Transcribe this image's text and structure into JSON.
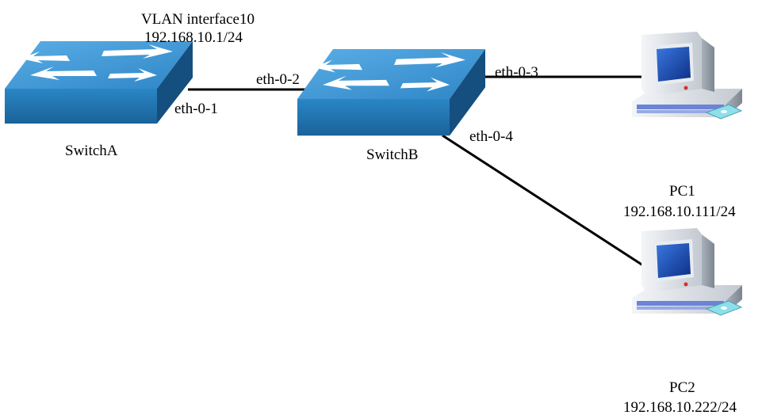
{
  "devices": {
    "switch_a": {
      "name": "SwitchA",
      "vlan_interface": "VLAN interface10",
      "ip": "192.168.10.1/24"
    },
    "switch_b": {
      "name": "SwitchB"
    },
    "pc1": {
      "name": "PC1",
      "ip": "192.168.10.111/24"
    },
    "pc2": {
      "name": "PC2",
      "ip": "192.168.10.222/24"
    }
  },
  "ports": {
    "switch_a_eth1": "eth-0-1",
    "switch_b_eth2": "eth-0-2",
    "switch_b_eth3": "eth-0-3",
    "switch_b_eth4": "eth-0-4"
  },
  "colors": {
    "switch_top": "#3f98d4",
    "switch_front": "#2175ad",
    "switch_side": "#134f7e",
    "link": "#000000",
    "pc_body": "#d8dde4",
    "pc_screen": "#1d4fb8"
  }
}
